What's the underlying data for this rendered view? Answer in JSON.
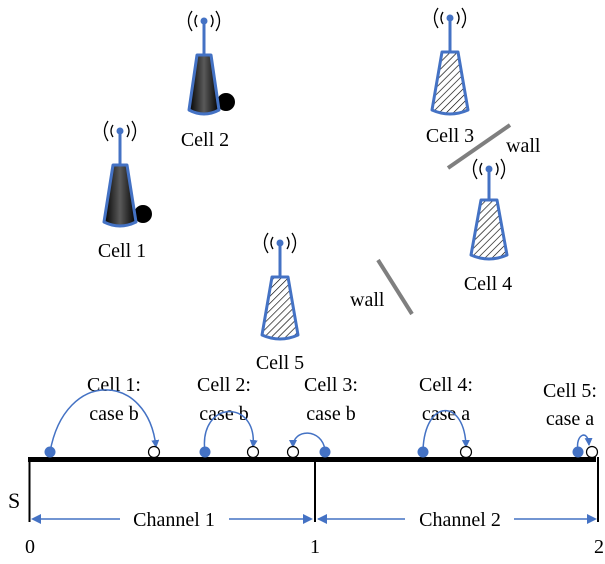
{
  "colors": {
    "accent": "#4472c4",
    "tower_solid": "#000000",
    "wall": "#7f7f7f",
    "line": "#000000",
    "background": "#ffffff"
  },
  "icons": {
    "radio_tower": "radio-tower-icon",
    "signal_waves": "signal-waves-icon"
  },
  "cells": [
    {
      "label": "Cell 1",
      "style": "solid"
    },
    {
      "label": "Cell 2",
      "style": "solid"
    },
    {
      "label": "Cell 3",
      "style": "hatched"
    },
    {
      "label": "Cell 4",
      "style": "hatched"
    },
    {
      "label": "Cell 5",
      "style": "hatched"
    }
  ],
  "walls": [
    {
      "label": "wall"
    },
    {
      "label": "wall"
    }
  ],
  "timeline": {
    "s_label": "S",
    "ticks": [
      "0",
      "1",
      "2"
    ],
    "channels": [
      "Channel 1",
      "Channel 2"
    ],
    "cases": [
      {
        "cell": "Cell 1:",
        "case": "case b"
      },
      {
        "cell": "Cell 2:",
        "case": "case b"
      },
      {
        "cell": "Cell 3:",
        "case": "case b"
      },
      {
        "cell": "Cell 4:",
        "case": "case a"
      },
      {
        "cell": "Cell 5:",
        "case": "case a"
      }
    ]
  }
}
